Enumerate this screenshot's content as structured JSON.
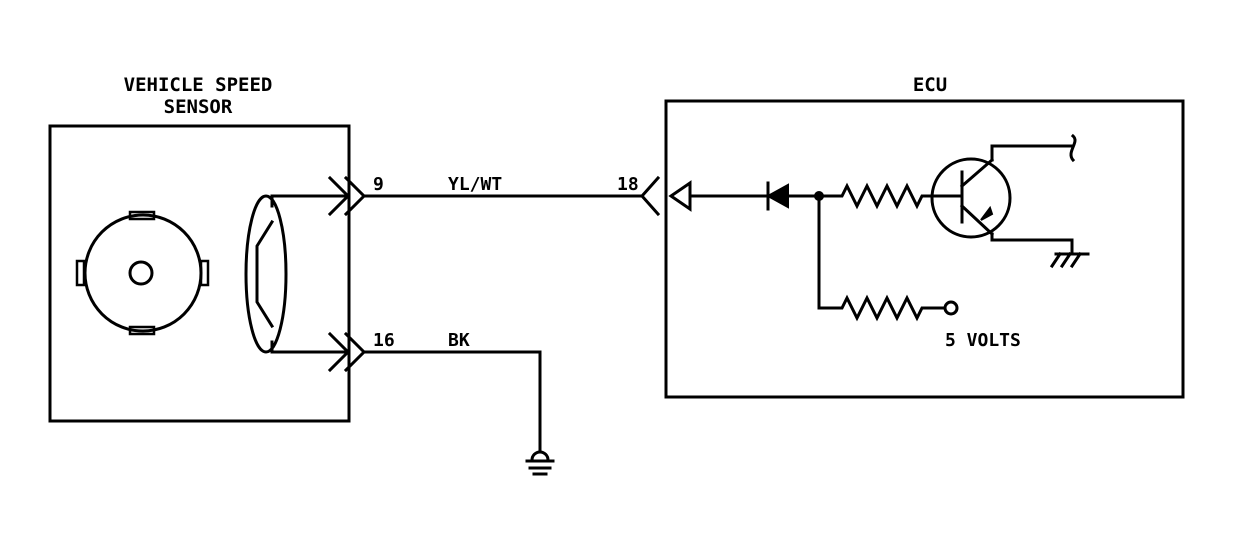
{
  "sensor": {
    "title_line1": "VEHICLE SPEED",
    "title_line2": "SENSOR"
  },
  "ecu": {
    "title": "ECU",
    "supply_label": "5 VOLTS"
  },
  "wires": {
    "signal": {
      "sensor_pin": "9",
      "color_code": "YL/WT",
      "ecu_pin": "18"
    },
    "ground": {
      "sensor_pin": "16",
      "color_code": "BK"
    }
  },
  "colors": {
    "line": "#000000",
    "background": "#ffffff"
  }
}
